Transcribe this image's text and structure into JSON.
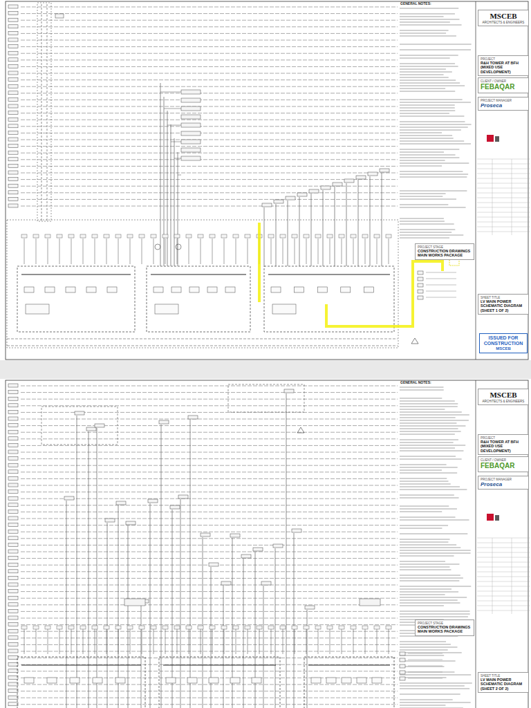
{
  "diagram": {
    "nodes": [
      {
        "text": [
          "MSCEB",
          "ARCHITECTS & ENGINEERS"
        ]
      },
      {
        "text": [
          "PROJECT",
          "R&H TOWER AT BFH (MIXED USE DEVELOPMENT)"
        ]
      },
      {
        "text": [
          "CLIENT / OWNER",
          "FEBAQAR"
        ]
      },
      {
        "text": [
          "PROJECT MANAGER",
          "Proseca"
        ]
      },
      {
        "text": [
          "PROJECT STAGE",
          "CONSTRUCTION DRAWINGS MAIN WORKS PACKAGE"
        ]
      },
      {
        "text": [
          "SHEET TITLE",
          "LV MAIN POWER SCHEMATIC DIAGRAM (SHEET 1 OF 2)"
        ]
      },
      {
        "text": [
          "ISSUED FOR CONSTRUCTION",
          "MSCEB"
        ]
      },
      {
        "text": [
          "MSCEB",
          "ARCHITECTS & ENGINEERS"
        ]
      },
      {
        "text": [
          "PROJECT",
          "R&H TOWER AT BFH (MIXED USE DEVELOPMENT)"
        ]
      },
      {
        "text": [
          "CLIENT / OWNER",
          "FEBAQAR"
        ]
      },
      {
        "text": [
          "PROJECT MANAGER",
          "Proseca"
        ]
      },
      {
        "text": [
          "PROJECT STAGE",
          "CONSTRUCTION DRAWINGS MAIN WORKS PACKAGE"
        ]
      },
      {
        "text": [
          "SHEET TITLE",
          "LV MAIN POWER SCHEMATIC DIAGRAM (SHEET 2 OF 2)"
        ]
      }
    ],
    "labels": [
      "GENERAL NOTES:",
      "GENERAL NOTES:"
    ]
  }
}
